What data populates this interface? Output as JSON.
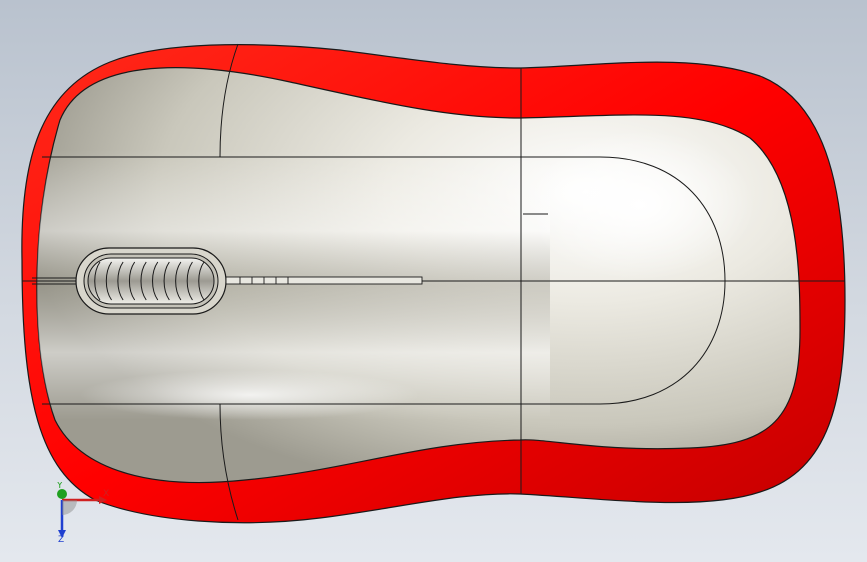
{
  "viewport": {
    "background_top": "#b9c2ce",
    "background_bottom": "#e4e8ee"
  },
  "model": {
    "name": "computer mouse",
    "shell_color": "#ff0000",
    "shell_shadow": "#b80000",
    "top_cover_color": "#d8d6cc",
    "edge_color": "#1a1a1a",
    "scroll_wheel_ribs": 10
  },
  "triad": {
    "icon": "coordinate-triad-icon",
    "x_label": "X",
    "y_label": "Y",
    "z_label": "Z",
    "x_color": "#d02020",
    "y_color": "#20a020",
    "z_color": "#2040d0"
  }
}
